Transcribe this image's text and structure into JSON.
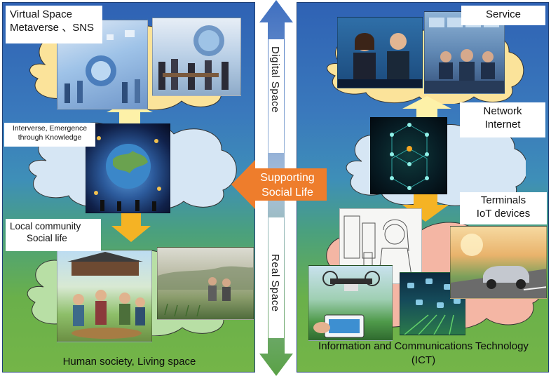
{
  "virtual_space_label": [
    "Virtual Space",
    "Metaverse 、SNS"
  ],
  "interverse_label": [
    "Interverse, Emergence",
    "through Knowledge"
  ],
  "local_community_label": [
    "Local community",
    "Social life"
  ],
  "human_society_label": "Human society, Living space",
  "service_label": "Service",
  "network_label": [
    "Network",
    "Internet"
  ],
  "terminals_label": [
    "Terminals",
    "IoT devices"
  ],
  "ict_label": [
    "Information and Communications Technology",
    "(ICT)"
  ],
  "digital_space_label": "Digital Space",
  "real_space_label": "Real Space",
  "supporting_label": [
    "Supporting",
    "Social Life"
  ],
  "colors": {
    "panel_blue": "#2f62b4",
    "panel_green": "#74b548",
    "cloud_yellow": "#fbe39a",
    "cloud_blue": "#d6e6f4",
    "cloud_pink": "#f4b6a4",
    "cloud_green": "#b8dfa5",
    "arrow_orange": "#ee7d2c",
    "arrow_gold": "#f5b324",
    "arrow_pale": "#fdf1a8",
    "center_arrow_top": "#3f6fc0",
    "center_arrow_bottom": "#5aa146"
  }
}
